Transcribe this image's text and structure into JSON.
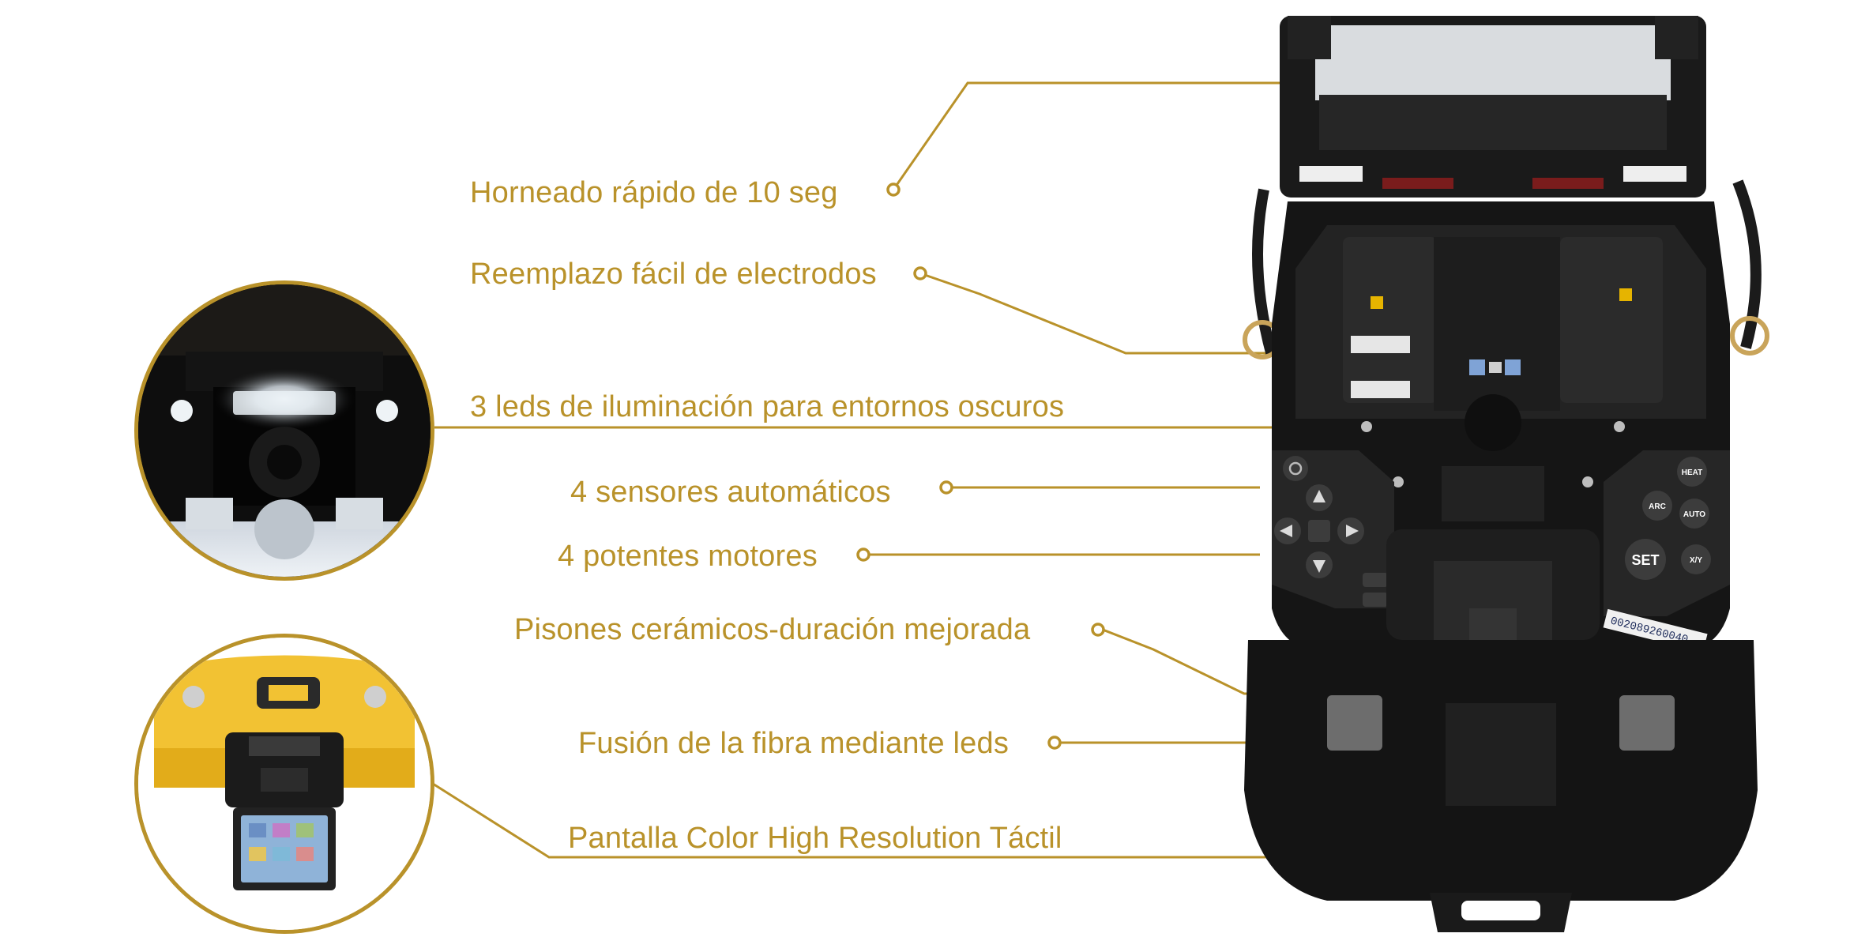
{
  "callouts": [
    {
      "id": "oven",
      "text": "Horneado rápido de 10 seg"
    },
    {
      "id": "electrodes",
      "text": "Reemplazo fácil de electrodos"
    },
    {
      "id": "leds",
      "text": "3 leds de iluminación para entornos oscuros"
    },
    {
      "id": "sensors",
      "text": "4 sensores automáticos"
    },
    {
      "id": "motors",
      "text": "4 potentes motores"
    },
    {
      "id": "clamps",
      "text": "Pisones cerámicos-duración mejorada"
    },
    {
      "id": "fusion",
      "text": "Fusión de la fibra mediante leds"
    },
    {
      "id": "screen",
      "text": "Pantalla Color High Resolution Táctil"
    }
  ],
  "device": {
    "serial": "002089260040",
    "buttons": {
      "set": "SET",
      "heat": "HEAT",
      "arc": "ARC",
      "auto": "AUTO",
      "xy": "X/Y"
    }
  },
  "colors": {
    "accent": "#b9922a",
    "body": "#111111",
    "case": "#f2c233"
  },
  "icons": [
    "power-icon",
    "arrow-up-icon",
    "arrow-down-icon",
    "arrow-left-icon",
    "arrow-right-icon",
    "center-icon",
    "camera-icon",
    "close-icon"
  ]
}
